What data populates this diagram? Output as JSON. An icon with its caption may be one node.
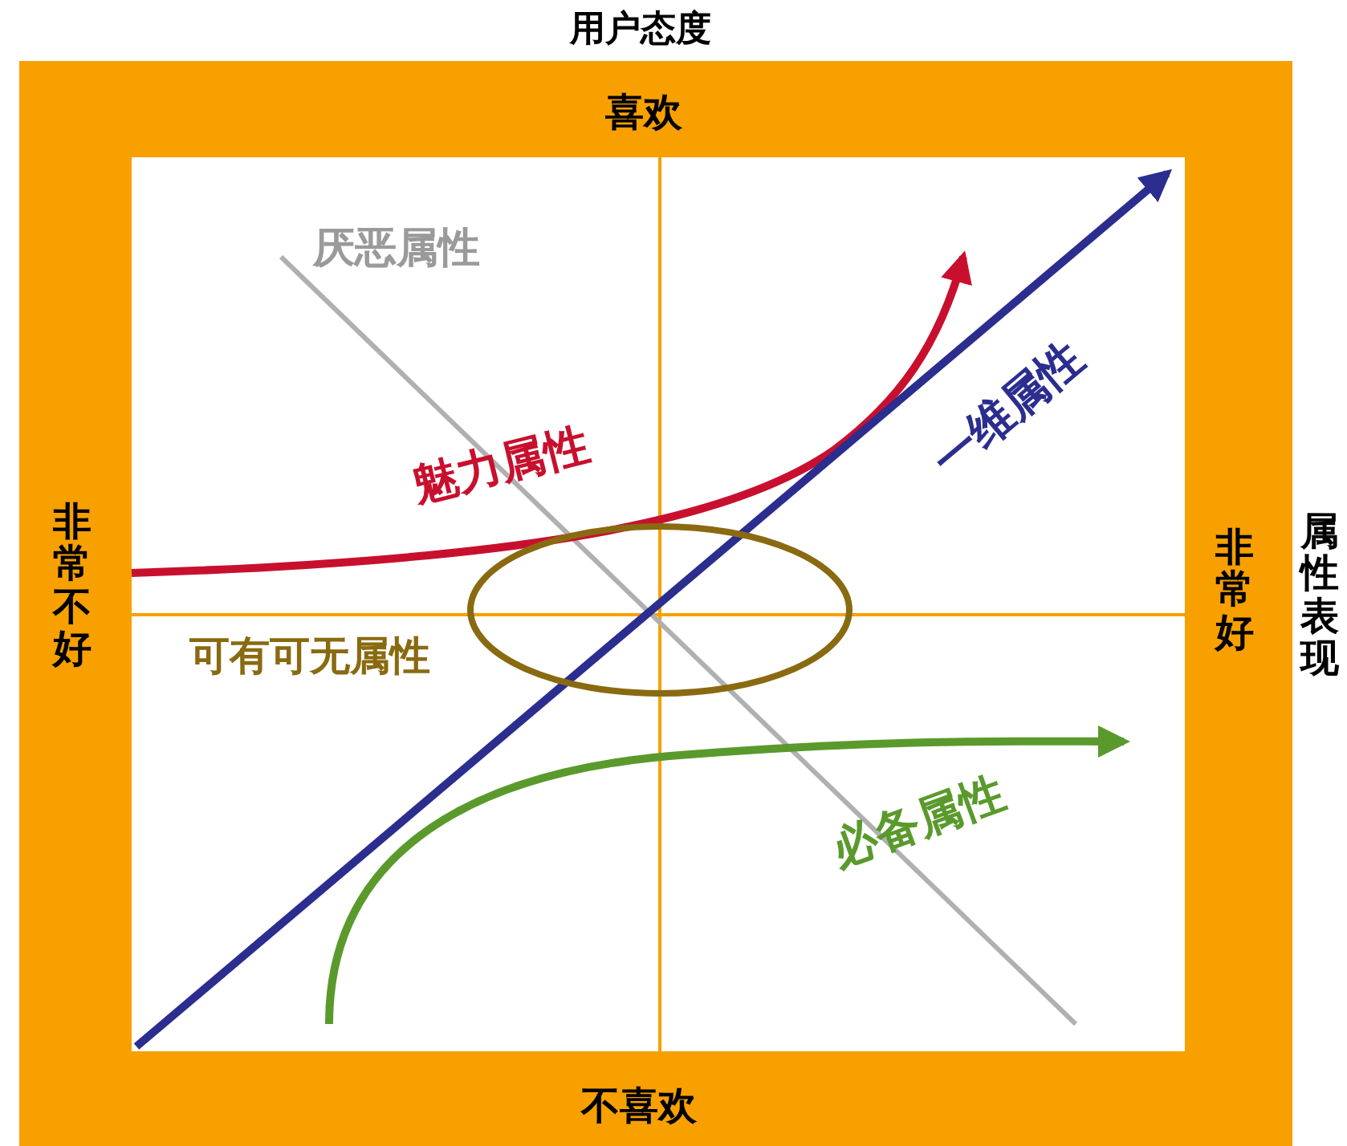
{
  "diagram": {
    "nodes": [
      {
        "text": [],
        "shape": "ellipse"
      }
    ],
    "labels": [
      "用户态度",
      "喜欢",
      "非常不好",
      "非常好",
      "属性表现",
      "厌恶属性",
      "魅力属性",
      "一维属性",
      "可有可无属性",
      "必备属性",
      "不喜欢"
    ]
  }
}
